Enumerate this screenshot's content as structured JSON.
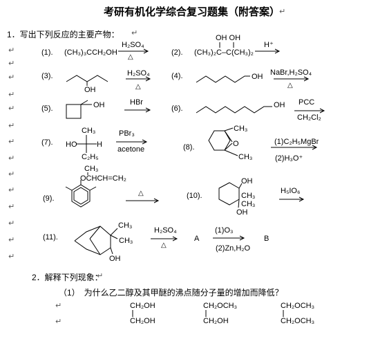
{
  "doc": {
    "title": "考研有机化学综合复习题集（附答案）",
    "return_mark": "↵",
    "section1": "1．写出下列反应的主要产物：",
    "section2": "2．解释下列现象：",
    "q2_1": "（1）　为什么乙二醇及其甲醚的沸点随分子量的增加而降低？",
    "items": {
      "n1": "(1).",
      "n2": "(2).",
      "n3": "(3).",
      "n4": "(4).",
      "n5": "(5).",
      "n6": "(6).",
      "n7": "(7).",
      "n8": "(8).",
      "n9": "(9).",
      "n10": "(10).",
      "n11": "(11)."
    },
    "chem": {
      "r1": "(CH₃)₃CCH₂OH",
      "c1": "H₂SO₄",
      "delta": "△",
      "r2_oh": "OH  OH",
      "r2": "(CH₃)₂C–C(CH₃)₂",
      "c2": "H⁺",
      "r3_oh": "OH",
      "c3": "H₂SO₄",
      "r4_oh": "OH",
      "c4": "NaBr,H₂SO₄",
      "r5_oh": "OH",
      "c5": "HBr",
      "r6_oh": "OH",
      "c6a": "PCC",
      "c6b": "CH₂Cl₂",
      "r7_ch3": "CH₃",
      "r7_ho": "HO",
      "r7_h": "H",
      "r7_c2h5": "C₂H₅",
      "c7a": "PBr₃",
      "c7b": "acetone",
      "r8_ch3a": "CH₃",
      "r8_o": "O",
      "r8_ch3b": "CH₃",
      "c8a": "(1)C₂H₅MgBr",
      "c8b": "(2)H₃O⁺",
      "r9_ch3": "CH₃",
      "r9": "OCHCH=CH₂",
      "r10_oh1": "OH",
      "r10_ch3a": "CH₃",
      "r10_ch3b": "CH₃",
      "r10_oh2": "OH",
      "c10": "H₅IO₆",
      "r11_ch3a": "CH₃",
      "r11_ch3b": "CH₃",
      "r11_oh": "OH",
      "c11": "H₂SO₄",
      "prodA": "A",
      "c11a": "(1)O₃",
      "c11b": "(2)Zn,H₂O",
      "prodB": "B",
      "eg1a": "CH₂OH",
      "eg1b": "CH₂OH",
      "eg2a": "CH₂OCH₃",
      "eg2b": "CH₂OH",
      "eg3a": "CH₂OCH₃",
      "eg3b": "CH₂OCH₃"
    }
  }
}
